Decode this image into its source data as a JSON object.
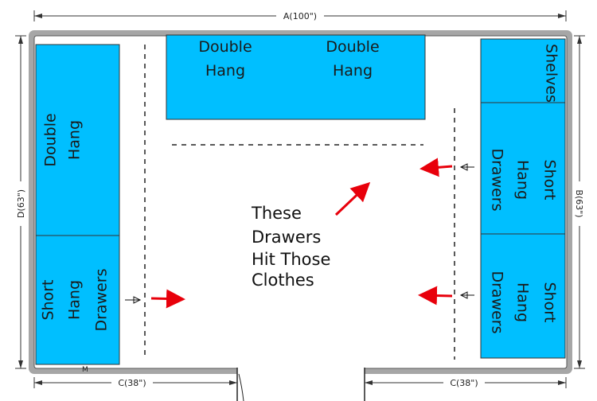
{
  "diagram": {
    "dimensions": {
      "top": "A(100\")",
      "left": "D(63\")",
      "right": "B(63\")",
      "bottom_left": "C(38\")",
      "bottom_right": "C(38\")"
    },
    "units": {
      "top_left": {
        "line1": "Double",
        "line2": "Hang"
      },
      "top_right": {
        "line1": "Double",
        "line2": "Hang"
      },
      "left_upper": {
        "line1": "Double",
        "line2": "Hang"
      },
      "left_lower": {
        "line1": "Short",
        "line2": "Hang",
        "line3": "Drawers"
      },
      "right_top": {
        "line1": "Shelves"
      },
      "right_middle": {
        "line1": "Short",
        "line2": "Hang",
        "line3": "Drawers"
      },
      "right_bottom": {
        "line1": "Short",
        "line2": "Hang",
        "line3": "Drawers"
      }
    },
    "annotation": {
      "line1": "These",
      "line2": "Drawers",
      "line3": "Hit Those",
      "line4": "Clothes"
    },
    "colors": {
      "unit_fill": "#00BFFF",
      "wall": "#a6a6a6",
      "arrow": "#e8000b"
    },
    "marker": "M"
  }
}
